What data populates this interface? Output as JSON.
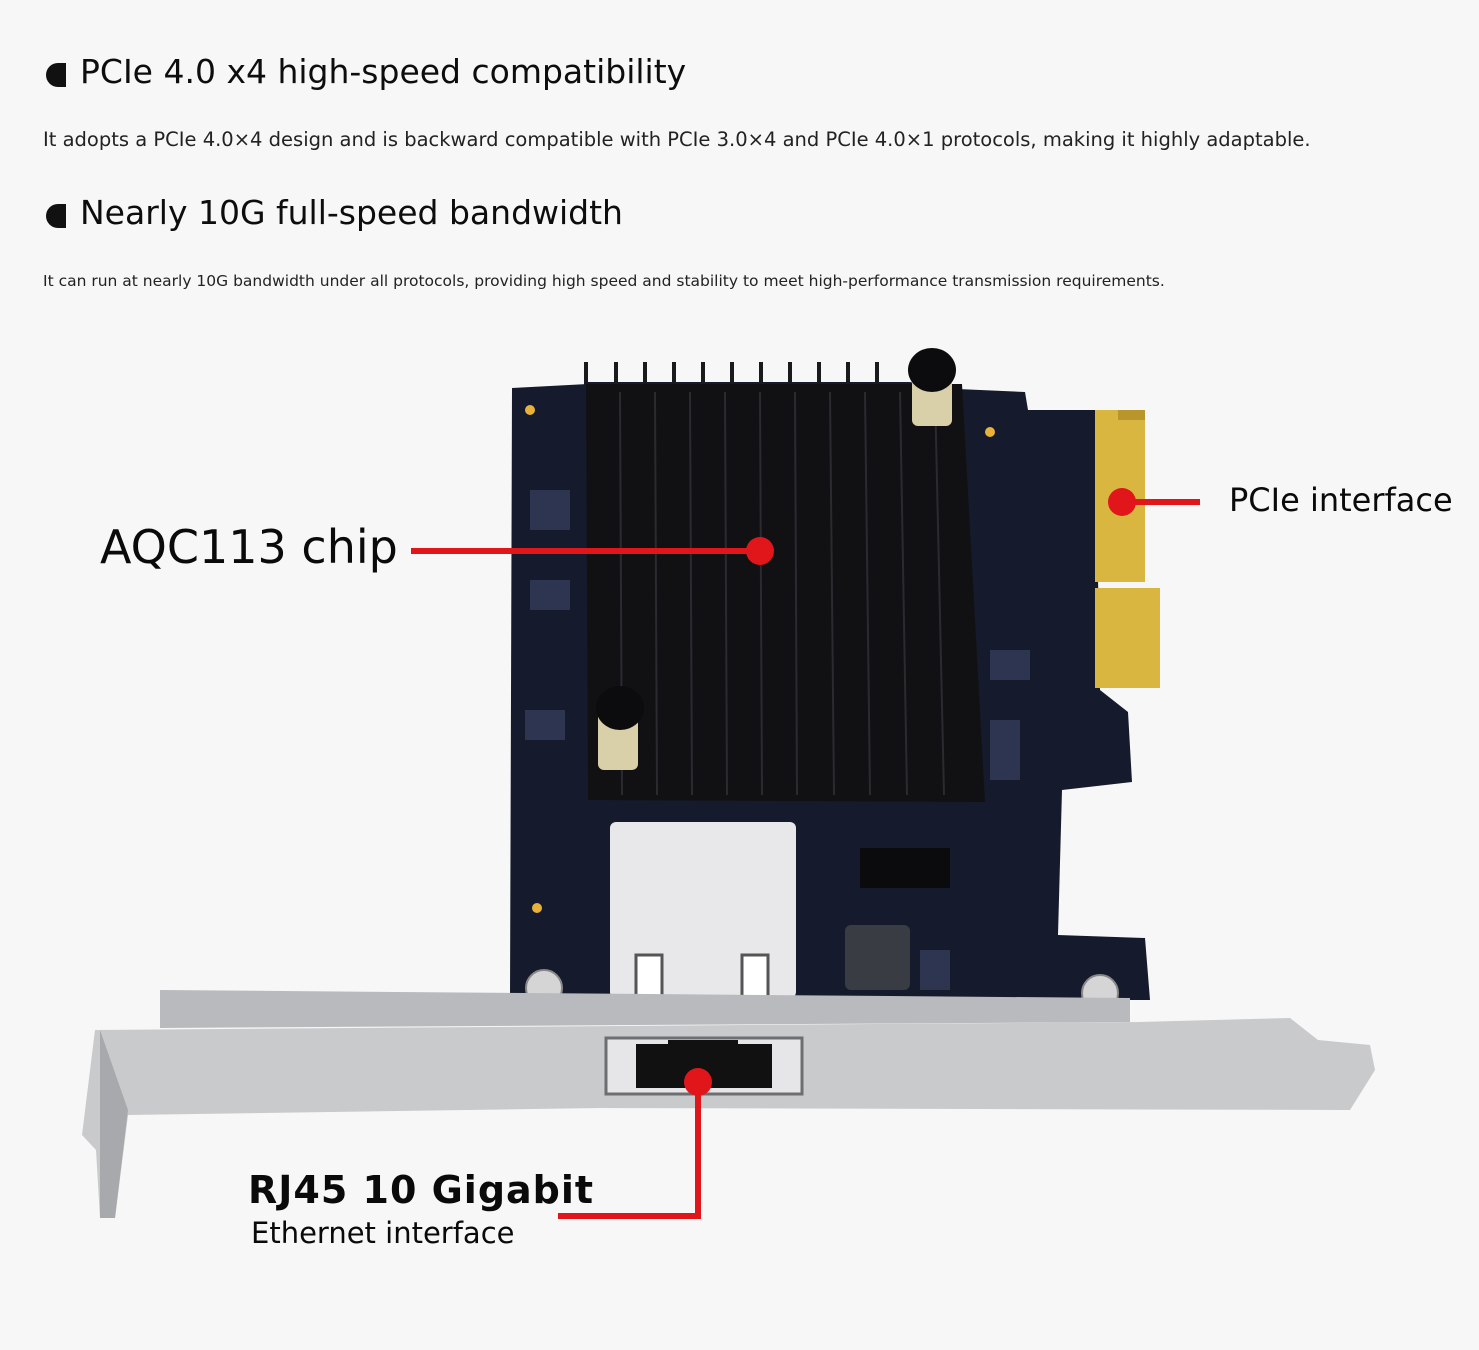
{
  "features": [
    {
      "title": "PCIe 4.0 x4 high-speed compatibility",
      "description": "It adopts a PCIe 4.0×4 design and is backward compatible with PCIe 3.0×4 and PCIe 4.0×1 protocols, making it highly adaptable."
    },
    {
      "title": "Nearly 10G full-speed bandwidth",
      "description": "It can run at nearly 10G bandwidth under all protocols, providing high speed and stability to meet high-performance transmission requirements."
    }
  ],
  "callouts": {
    "chip": "AQC113 chip",
    "pcie": "PCIe interface",
    "rj45_line1": "RJ45  10 Gigabit",
    "rj45_line2": "Ethernet interface"
  },
  "colors": {
    "callout_line": "#e0161b",
    "pcb": "#151b2c",
    "heatsink": "#111114",
    "gold_fingers": "#d8b640",
    "bracket": "#c9cacc"
  }
}
